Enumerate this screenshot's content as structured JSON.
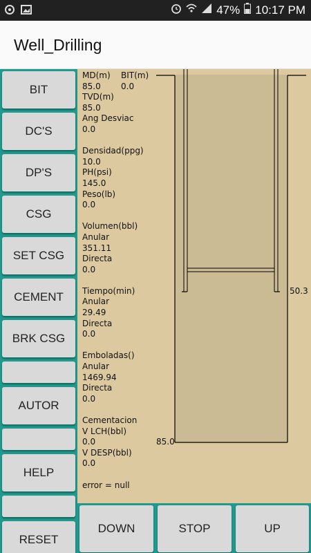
{
  "status_bar": {
    "battery": "47%",
    "time": "10:17 PM",
    "icons": [
      "sync-icon",
      "image-icon",
      "alarm-icon",
      "wifi-icon",
      "signal-icon",
      "battery-icon"
    ]
  },
  "app": {
    "title": "Well_Drilling"
  },
  "sidebar": {
    "buttons": [
      "BIT",
      "DC'S",
      "DP'S",
      "CSG",
      "SET CSG",
      "CEMENT",
      "BRK CSG",
      "",
      "AUTOR",
      "",
      "HELP",
      "",
      "RESET"
    ]
  },
  "bottom": {
    "down": "DOWN",
    "stop": "STOP",
    "up": "UP"
  },
  "info": {
    "md_label": "MD(m)",
    "md_value": "85.0",
    "bit_label": "BIT(m)",
    "bit_value": "0.0",
    "tvd_label": "TVD(m)",
    "tvd_value": "85.0",
    "desviac_label": "Ang Desviac",
    "desviac_value": "0.0",
    "densidad_label": "Densidad(ppg)",
    "densidad_value": "10.0",
    "ph_label": "PH(psi)",
    "ph_value": "145.0",
    "peso_label": "Peso(lb)",
    "peso_value": "0.0",
    "volumen_label": "Volumen(bbl)",
    "volumen_anular_label": "Anular",
    "volumen_anular_value": "351.11",
    "volumen_directa_label": "Directa",
    "volumen_directa_value": "0.0",
    "tiempo_label": "Tiempo(min)",
    "tiempo_anular_label": "Anular",
    "tiempo_anular_value": "29.49",
    "tiempo_directa_label": "Directa",
    "tiempo_directa_value": "0.0",
    "emboladas_label": "Emboladas()",
    "emboladas_anular_label": "Anular",
    "emboladas_anular_value": "1469.94",
    "emboladas_directa_label": "Directa",
    "emboladas_directa_value": "0.0",
    "cementacion_label": "Cementacion",
    "vlch_label": "V LCH(bbl)",
    "vlch_value": "0.0",
    "vdesp_label": "V DESP(bbl)",
    "vdesp_value": "0.0",
    "error_text": "error = null"
  },
  "well": {
    "casing_depth_label": "50.3",
    "bottom_depth_label": "85.0"
  },
  "colors": {
    "teal": "#1f9a8e",
    "sand": "#dcc9a0",
    "well_fill": "#cbbb95"
  }
}
